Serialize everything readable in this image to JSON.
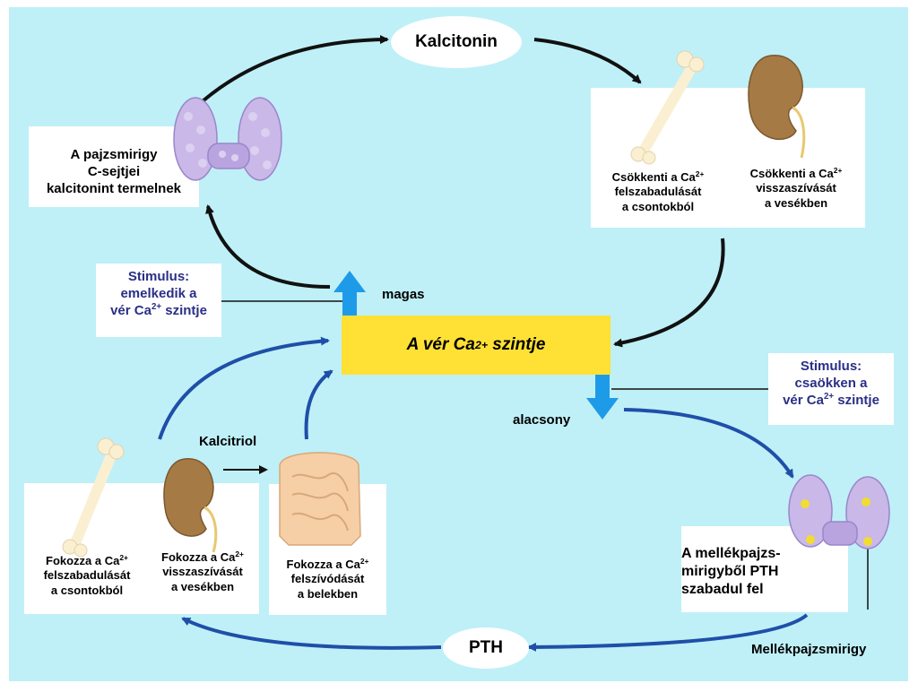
{
  "center": {
    "label_pre": "A vér Ca",
    "sup": "2+",
    "label_post": " szintje"
  },
  "levels": {
    "high": "magas",
    "low": "alacsony"
  },
  "ovals": {
    "calcitonin": "Kalcitonin",
    "pth": "PTH"
  },
  "stimulus_high": {
    "line1": "Stimulus:",
    "line2": "emelkedik a",
    "line3_pre": "vér Ca",
    "sup": "2+",
    "line3_post": " szintje"
  },
  "stimulus_low": {
    "line1": "Stimulus:",
    "line2": "csaökken a",
    "line3_pre": "vér Ca",
    "sup": "2+",
    "line3_post": " szintje"
  },
  "thyroid": {
    "line1": "A pajzsmirigy",
    "line2": "C-sejtjei",
    "line3": "kalcitonint termelnek"
  },
  "top_right": {
    "bone": {
      "line1_pre": "Csökkenti a Ca",
      "sup": "2+",
      "line2": "felszabadulását",
      "line3": "a csontokból"
    },
    "kidney": {
      "line1_pre": "Csökkenti a Ca",
      "sup": "2+",
      "line2": "visszaszívását",
      "line3": "a vesékben"
    }
  },
  "bottom_left": {
    "bone": {
      "line1_pre": "Fokozza a Ca",
      "sup": "2+",
      "line2": "felszabadulását",
      "line3": "a csontokból"
    },
    "kidney": {
      "line1_pre": "Fokozza a Ca",
      "sup": "2+",
      "line2": "visszaszívását",
      "line3": "a vesékben"
    },
    "intestine": {
      "line1_pre": "Fokozza a Ca",
      "sup": "2+",
      "line2": "felszívódását",
      "line3": "a belekben"
    }
  },
  "calcitriol": "Kalcitriol",
  "parathyroid": {
    "line1": "A mellékpajzs-",
    "line2": "mirigyből PTH",
    "line3": "szabadul fel",
    "caption": "Mellékpajzsmirigy"
  },
  "colors": {
    "background": "#bff0f7",
    "center": "#ffe135",
    "arrow_black": "#111111",
    "arrow_blue": "#1f4fa8",
    "level_arrow": "#1e9be8",
    "stimulus_text": "#2a2f86"
  }
}
